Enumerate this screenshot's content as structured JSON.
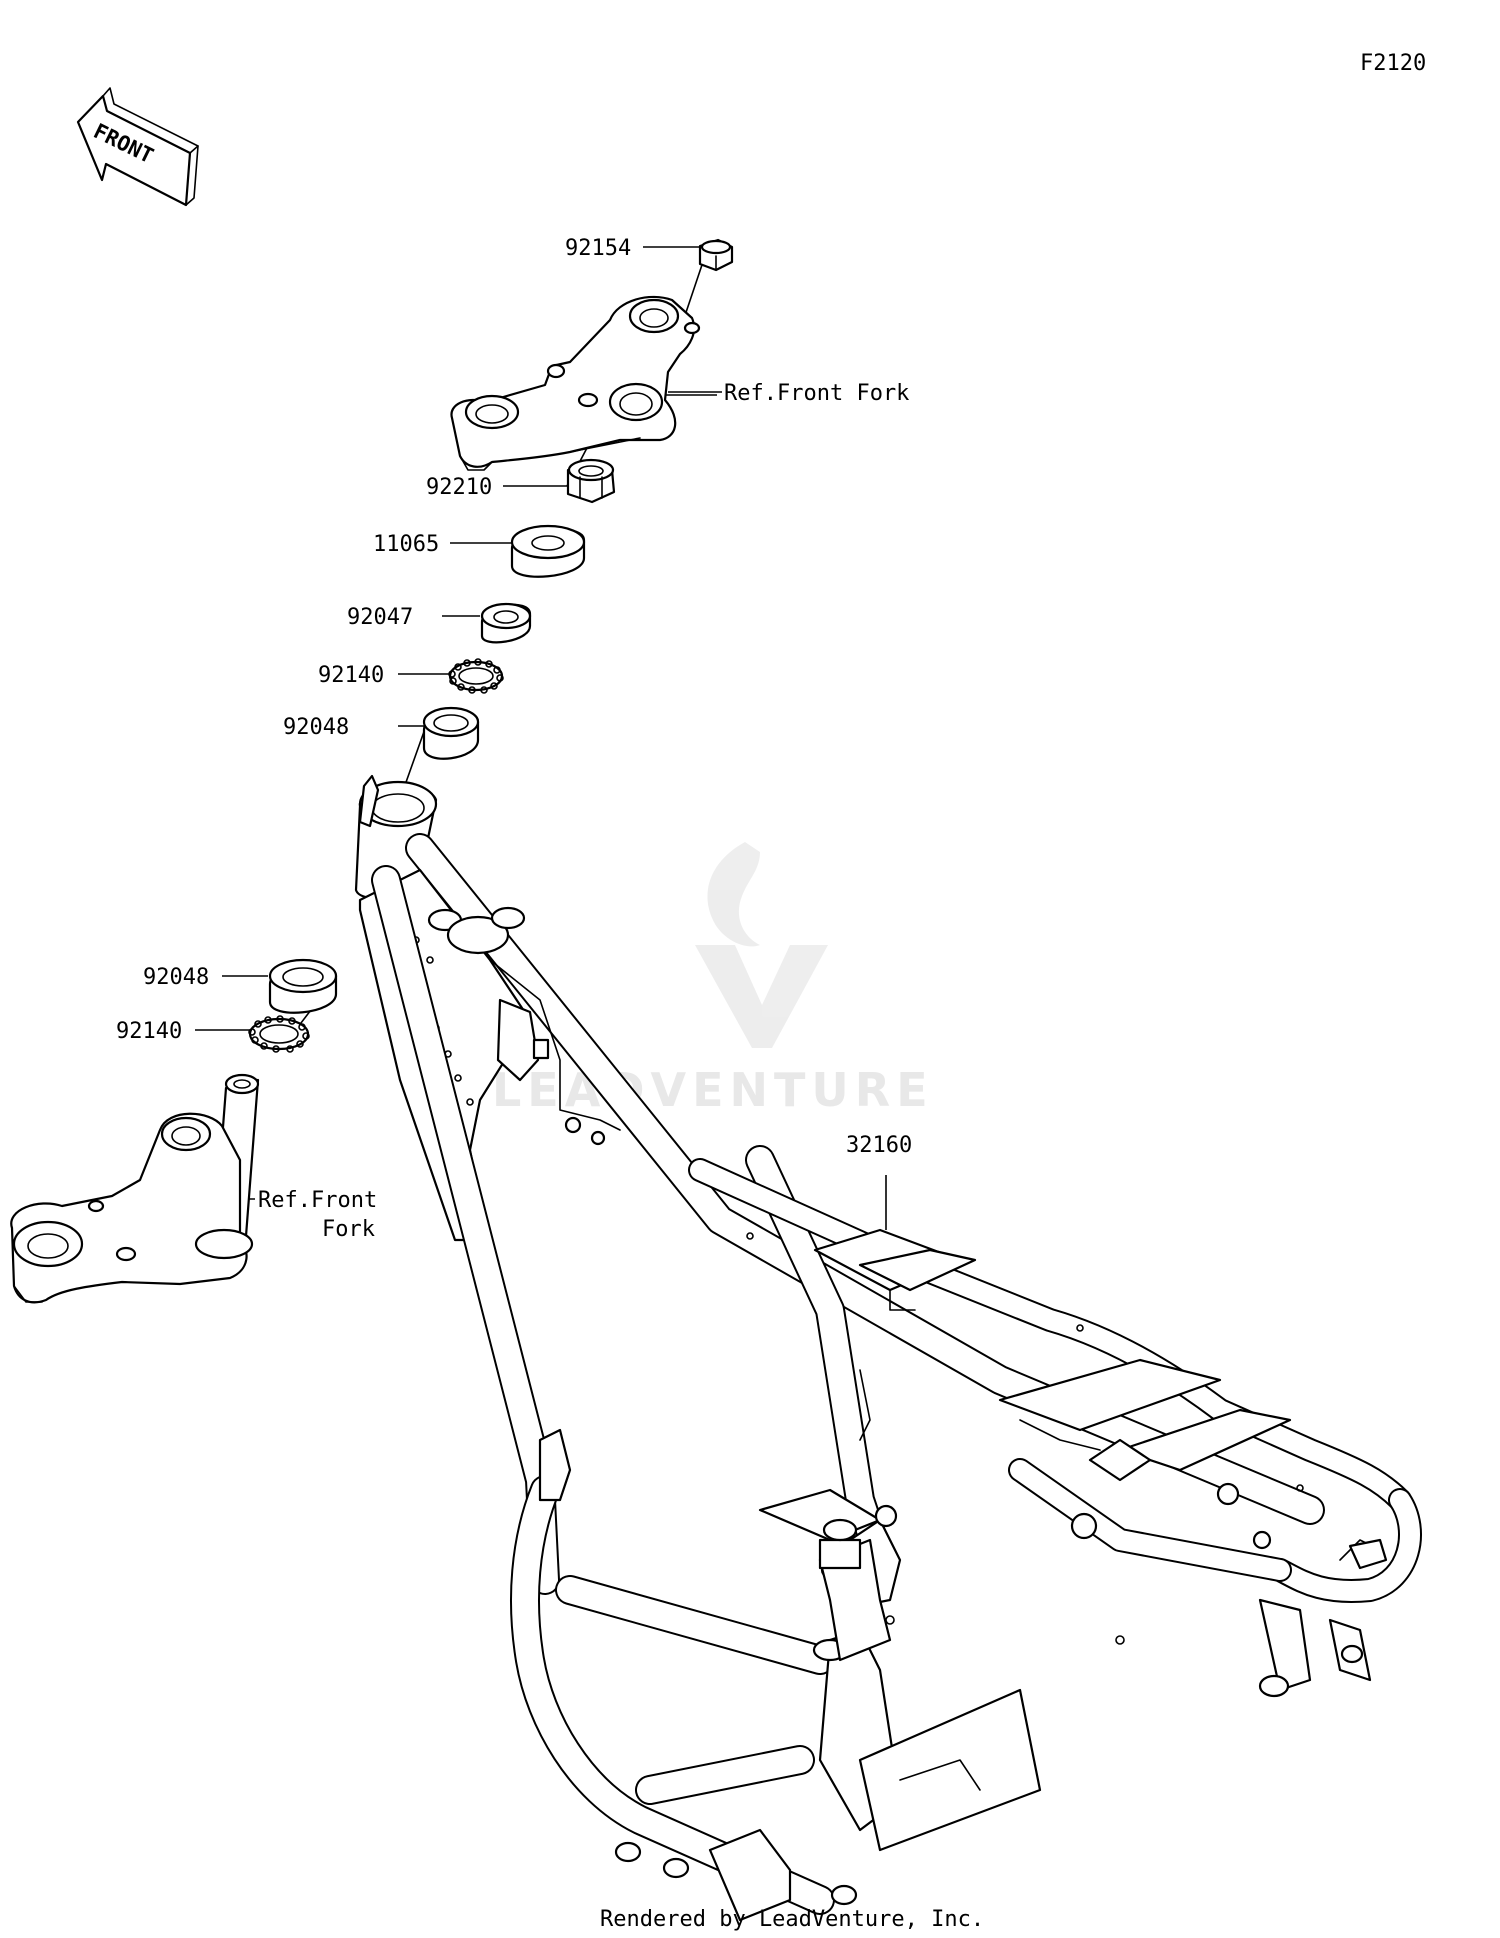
{
  "diagram_id": "F2120",
  "front_indicator": "FRONT",
  "watermark": "LEADVENTURE",
  "footer": "Rendered by LeadVenture, Inc.",
  "callouts": {
    "bolt_top": "92154",
    "ref_front_fork_upper": "Ref.Front Fork",
    "nut": "92210",
    "cap": "11065",
    "race_upper": "92047",
    "balls_upper": "92140",
    "cup_upper": "92048",
    "cup_lower": "92048",
    "balls_lower": "92140",
    "ref_front_fork_lower_1": "Ref.Front",
    "ref_front_fork_lower_2": "Fork",
    "frame": "32160"
  },
  "colors": {
    "line": "#000000",
    "watermark": "#e6e6e6",
    "background": "#ffffff"
  }
}
